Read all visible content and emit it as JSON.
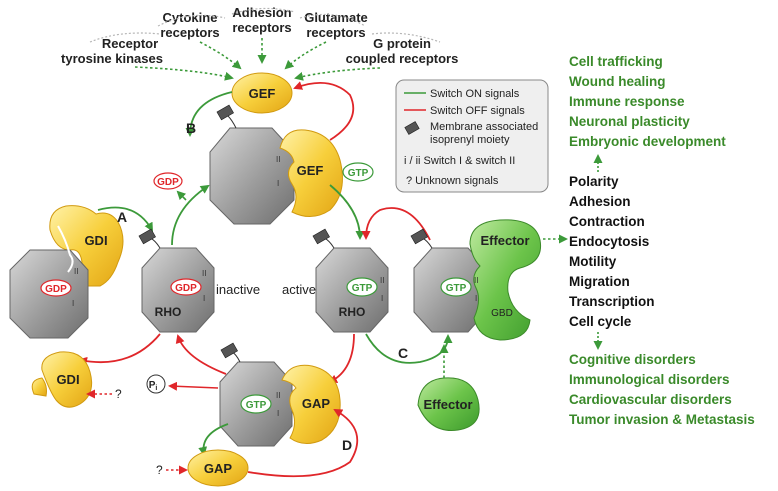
{
  "receptors": {
    "rtk": [
      "Receptor",
      "tyrosine kinases"
    ],
    "cytokine": [
      "Cytokine",
      "receptors"
    ],
    "adhesion": [
      "Adhesion",
      "receptors"
    ],
    "glutamate": [
      "Glutamate",
      "receptors"
    ],
    "gpcr": [
      "G protein",
      "coupled receptors"
    ]
  },
  "labels": {
    "gef": "GEF",
    "gdi": "GDI",
    "gap": "GAP",
    "rho": "RHO",
    "gdp": "GDP",
    "gtp": "GTP",
    "effector": "Effector",
    "gbd": "GBD",
    "inactive": "inactive",
    "active": "active",
    "pi": "P",
    "pi_sub": "i",
    "unknown": "?",
    "switch_i": "I",
    "switch_ii": "II"
  },
  "steps": {
    "a": "A",
    "b": "B",
    "c": "C",
    "d": "D"
  },
  "legend": {
    "items": [
      "Switch ON  signals",
      "Switch OFF  signals",
      "Membrane associated",
      "isoprenyl moiety",
      "i / ii  Switch I & switch II",
      "?    Unknown signals"
    ]
  },
  "outcomes": {
    "top": [
      "Cell trafficking",
      "Wound healing",
      "Immune response",
      "Neuronal plasticity",
      "Embryonic development"
    ],
    "middle": [
      "Polarity",
      "Adhesion",
      "Contraction",
      "Endocytosis",
      "Motility",
      "Migration",
      "Transcription",
      "Cell cycle"
    ],
    "bottom": [
      "Cognitive disorders",
      "Immunological disorders",
      "Cardiovascular disorders",
      "Tumor invasion & Metastasis"
    ]
  },
  "colors": {
    "on": "#3c9a3a",
    "off": "#e0262a",
    "green_text": "#3a8a2a",
    "gray": "#9a9a9a",
    "yellow": "#f3c52a",
    "effector_green": "#5fbf42"
  }
}
